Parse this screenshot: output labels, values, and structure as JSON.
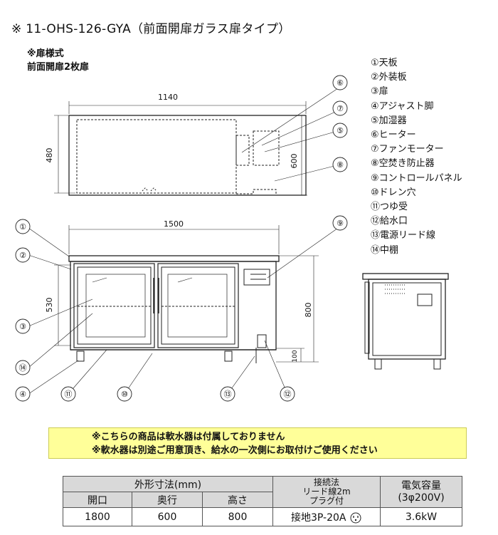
{
  "title": "※ 11-OHS-126-GYA（前面開扉ガラス扉タイプ）",
  "door_spec": {
    "heading": "※扉様式",
    "value": "前面開扉2枚扉"
  },
  "legend": [
    "①天板",
    "②外装板",
    "③扉",
    "④アジャスト脚",
    "⑤加湿器",
    "⑥ヒーター",
    "⑦ファンモーター",
    "⑧空焚き防止器",
    "⑨コントロールパネル",
    "⑩ドレン穴",
    "⑪つゆ受",
    "⑫給水口",
    "⑬電源リード線",
    "⑭中棚"
  ],
  "dims": {
    "top_width": "1140",
    "top_depth_inner": "480",
    "top_depth": "600",
    "front_width": "1500",
    "door_height": "530",
    "total_height": "800",
    "leg_height": "100"
  },
  "callouts": [
    "①",
    "②",
    "③",
    "④",
    "⑤",
    "⑥",
    "⑦",
    "⑧",
    "⑨",
    "⑩",
    "⑪",
    "⑫",
    "⑬",
    "⑭"
  ],
  "notice": {
    "line1": "※こちらの商品は軟水器は付属しておりません",
    "line2": "※軟水器は別途ご用意頂き、給水の一次側にお取付けご使用ください"
  },
  "spec_table": {
    "outer_dims_header": "外形寸法(mm)",
    "col_width": "開口",
    "col_depth": "奥行",
    "col_height": "高さ",
    "connection_header_1": "接続法",
    "connection_header_2": "リード線2m",
    "connection_header_3": "プラグ付",
    "power_header_1": "電気容量",
    "power_header_2": "(3φ200V)",
    "width": "1800",
    "depth": "600",
    "height": "800",
    "connection": "接地3P-20A",
    "power": "3.6kW"
  }
}
